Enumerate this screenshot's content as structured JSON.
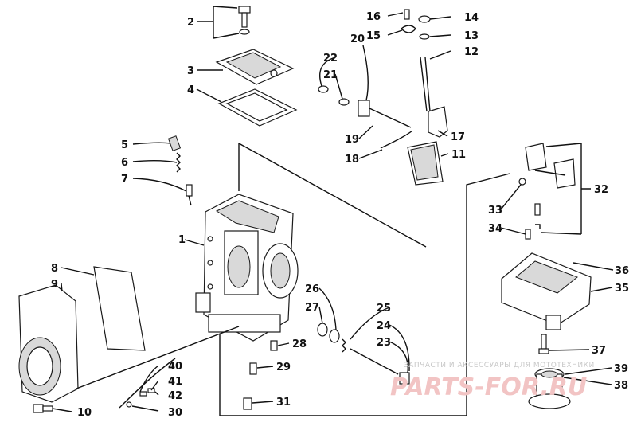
{
  "diagram": {
    "labels": [
      "1",
      "2",
      "3",
      "4",
      "5",
      "6",
      "7",
      "8",
      "9",
      "10",
      "11",
      "12",
      "13",
      "14",
      "15",
      "16",
      "17",
      "18",
      "19",
      "20",
      "21",
      "22",
      "23",
      "24",
      "25",
      "26",
      "27",
      "28",
      "29",
      "30",
      "31",
      "32",
      "33",
      "34",
      "35",
      "36",
      "37",
      "38",
      "39",
      "40",
      "41",
      "42"
    ],
    "watermark": {
      "caption": "ЗАПЧАСТИ И АКСЕССУАРЫ ДЛЯ МОТОТЕХНИКИ",
      "logo": "PARTS-FOR.RU"
    }
  }
}
